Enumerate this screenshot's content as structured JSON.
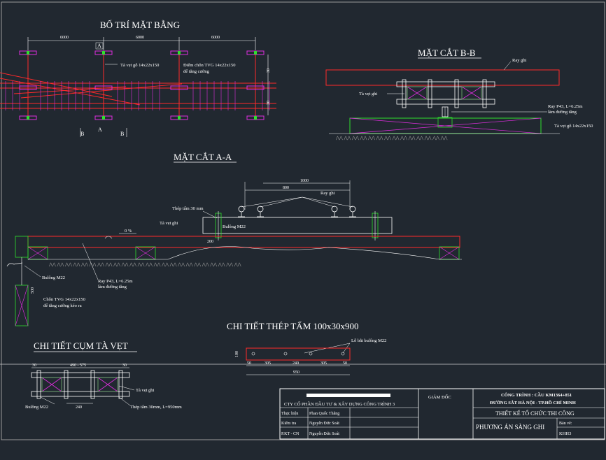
{
  "titles": {
    "plan": "BỐ TRÍ MẶT BẰNG",
    "section_bb": "MẶT CẮT B-B",
    "section_aa": "MẶT CẮT A-A",
    "plate_detail": "CHI TIẾT THÉP TẤM 100x30x900",
    "cluster_detail": "CHI TIẾT CỤM TÀ VẸT"
  },
  "plan": {
    "dims": [
      "6000",
      "6000",
      "6000"
    ],
    "side_dims": [
      "30",
      "30"
    ],
    "label_sleeper": "Tà vẹt gỗ 14x22x150",
    "label_embed_1": "Điểm chôn TVG 14x22x150",
    "label_embed_2": "để tăng cường",
    "marker_a": "A",
    "marker_b": "B"
  },
  "section_bb": {
    "label_rail": "Ray ghi",
    "label_sleeper": "Tà vẹt ghi",
    "label_p43_1": "Ray P43, L=6.25m",
    "label_p43_2": "làm đường tăng",
    "label_tv": "Tà vẹt gỗ 14x22x150"
  },
  "section_aa": {
    "dim_1000": "1000",
    "dim_800": "800",
    "dim_200": "200",
    "dim_side": "500",
    "label_rail": "Ray ghi",
    "label_plate": "Thép tấm 30 mm",
    "label_sleeper": "Tà vẹt ghi",
    "label_bolt": "Bulông M22",
    "label_slope": "0 %",
    "label_bolt2": "Bulông M22",
    "label_p43_1": "Ray P43, L=6.25m",
    "label_p43_2": "làm đường tăng",
    "label_embed_1": "Chôn TVG 14x22x150",
    "label_embed_2": "để tăng cường kéo ra"
  },
  "plate": {
    "label_hole": "Lỗ bắt bulông M22",
    "dims": [
      "50",
      "305",
      "240",
      "305",
      "50"
    ],
    "total": "950",
    "height": "100"
  },
  "cluster": {
    "dims_top": [
      "30",
      "490 - 575",
      "30"
    ],
    "label_sleeper": "Tà vẹt ghi",
    "label_bolt": "Bulông M22",
    "dim_240": "240",
    "label_plate": "Thép tấm 30mm, L=950mm"
  },
  "title_block": {
    "company": "CTY CỔ PHẦN ĐẦU TƯ & XÂY DỰNG CÔNG TRÌNH 3",
    "director": "GIÁM ĐỐC",
    "project_1": "CÔNG TRÌNH : CẦU KM1364+851",
    "project_2": "ĐƯỜNG SẮT HÀ NỘI - TP.HỒ CHÍ MINH",
    "design": "THIẾT KẾ TỔ CHỨC THI CÔNG",
    "method": "PHƯƠNG ÁN SÀNG GHI",
    "sheet_label": "Bản vẽ:",
    "sheet_no": "KHH3",
    "rows": [
      {
        "role": "Thực hiện",
        "name": "Phan Quốc Thắng"
      },
      {
        "role": "Kiểm tra",
        "name": "Nguyễn Đức Soát"
      },
      {
        "role": "P.KT - CN",
        "name": "Nguyễn Đức Soát"
      }
    ]
  },
  "colors": {
    "background": "#212830",
    "line": "#ffffff",
    "red": "#ff2a2a",
    "magenta": "#e02ee0",
    "green": "#2ee02e",
    "yellow": "#e8e83a"
  }
}
